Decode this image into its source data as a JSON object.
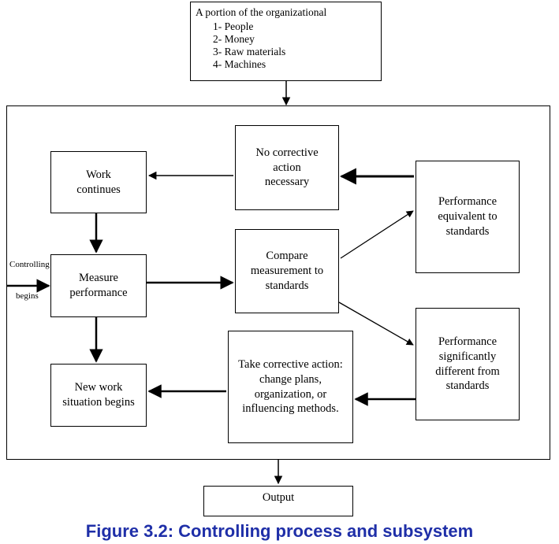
{
  "input": {
    "title": "A portion of the organizational",
    "items": [
      "1- People",
      "2- Money",
      "3- Raw materials",
      "4- Machines"
    ]
  },
  "side_label": [
    "Controlling",
    "begins"
  ],
  "boxes": {
    "work_continues": [
      "Work",
      "continues"
    ],
    "no_corrective": [
      "No corrective",
      "action",
      "necessary"
    ],
    "performance_equivalent": [
      "Performance",
      "equivalent to",
      "standards"
    ],
    "measure_performance": [
      "Measure",
      "performance"
    ],
    "compare_measurement": [
      "Compare",
      "measurement to",
      "standards"
    ],
    "new_work": [
      "New work",
      "situation begins"
    ],
    "take_corrective": [
      "Take corrective action:",
      "change plans,",
      "organization, or",
      "influencing methods."
    ],
    "performance_different": [
      "Performance",
      "significantly",
      "different from",
      "standards"
    ]
  },
  "output": "Output",
  "caption": "Figure 3.2: Controlling process and subsystem",
  "colors": {
    "caption": "#1f2fa8",
    "line": "#000000"
  }
}
